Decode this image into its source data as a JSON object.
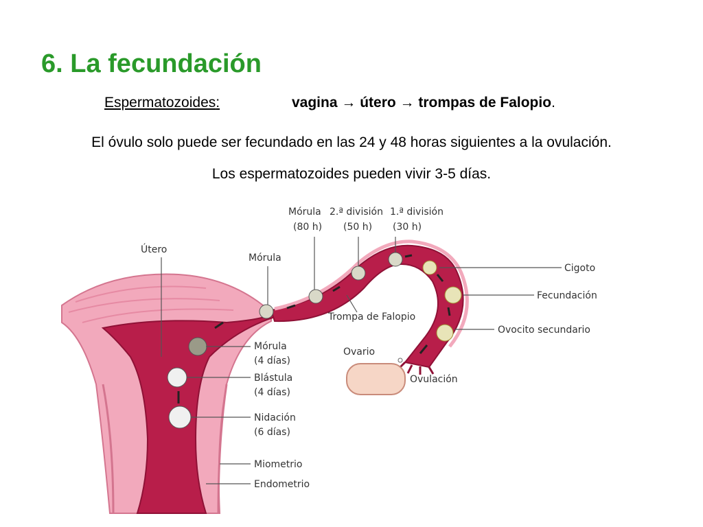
{
  "header": {
    "title": "6. La fecundación",
    "route_label": "Espermatozoides",
    "route_colon": ":",
    "route_path": "vagina → útero → trompas de Falopio",
    "route_end": ".",
    "info_line1": "El óvulo solo puede ser fecundado en las 24 y 48 horas siguientes a la ovulación.",
    "info_line2": "Los espermatozoides pueden vivir 3-5 días."
  },
  "diagram": {
    "labels": {
      "morula80_a": "Mórula",
      "morula80_b": "(80 h)",
      "div2_a": "2.ª división",
      "div2_b": "(50 h)",
      "div1_a": "1.ª división",
      "div1_b": "(30 h)",
      "utero": "Útero",
      "morula": "Mórula",
      "cigoto": "Cigoto",
      "fecundacion": "Fecundación",
      "trompa": "Trompa de Falopio",
      "ovocito": "Ovocito secundario",
      "ovario": "Ovario",
      "ovulacion": "Ovulación",
      "morula4_a": "Mórula",
      "morula4_b": "(4 días)",
      "blastula_a": "Blástula",
      "blastula_b": "(4 días)",
      "nidacion_a": "Nidación",
      "nidacion_b": "(6 días)",
      "miometrio": "Miometrio",
      "endometrio": "Endometrio"
    },
    "colors": {
      "muscle": "#f2a9bc",
      "muscle_dark": "#e68aa3",
      "endometrium": "#b81e4a",
      "endometrium_dark": "#8f1136",
      "ovary": "#f6d6c6",
      "cell": "#d9d9c8",
      "title_green": "#2a9a2a"
    }
  }
}
